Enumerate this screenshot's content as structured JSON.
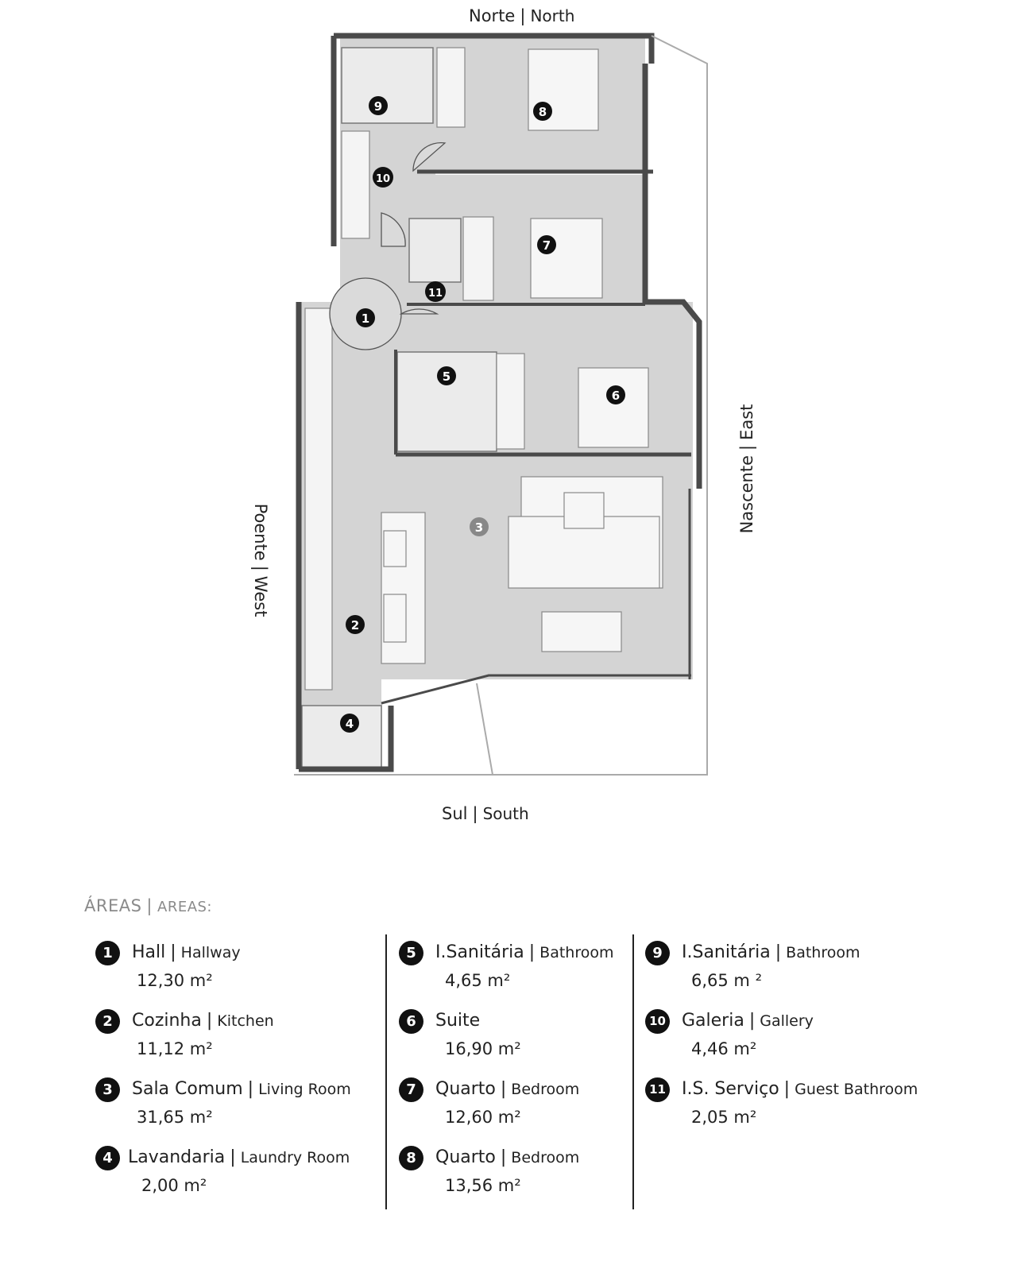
{
  "compass": {
    "north_pt": "Norte",
    "north_en": "North",
    "south_pt": "Sul",
    "south_en": "South",
    "west_pt": "Poente",
    "west_en": "West",
    "east_pt": "Nascente",
    "east_en": "East"
  },
  "plan_markers": [
    "1",
    "2",
    "3",
    "4",
    "5",
    "6",
    "7",
    "8",
    "9",
    "10",
    "11"
  ],
  "areas_heading": {
    "pt": "ÁREAS",
    "en": "AREAS:"
  },
  "areas": [
    {
      "num": "1",
      "pt": "Hall",
      "en": "Hallway",
      "area": "12,30 m²"
    },
    {
      "num": "2",
      "pt": "Cozinha",
      "en": "Kitchen",
      "area": "11,12 m²"
    },
    {
      "num": "3",
      "pt": "Sala Comum",
      "en": "Living Room",
      "area": "31,65 m²"
    },
    {
      "num": "4",
      "pt": "Lavandaria",
      "en": "Laundry Room",
      "area": "2,00 m²"
    },
    {
      "num": "5",
      "pt": "I.Sanitária",
      "en": "Bathroom",
      "area": "4,65 m²"
    },
    {
      "num": "6",
      "pt": "Suite",
      "en": "",
      "area": "16,90  m²"
    },
    {
      "num": "7",
      "pt": "Quarto",
      "en": "Bedroom",
      "area": "12,60 m²"
    },
    {
      "num": "8",
      "pt": "Quarto",
      "en": "Bedroom",
      "area": "13,56 m²"
    },
    {
      "num": "9",
      "pt": "I.Sanitária",
      "en": "Bathroom",
      "area": "6,65 m ²"
    },
    {
      "num": "10",
      "pt": "Galeria",
      "en": "Gallery",
      "area": "4,46 m²"
    },
    {
      "num": "11",
      "pt": "I.S. Serviço",
      "en": "Guest Bathroom",
      "area": "2,05 m²"
    }
  ],
  "colors": {
    "floor": "#d2d2d2",
    "wall": "#555555",
    "marker": "#111111"
  }
}
